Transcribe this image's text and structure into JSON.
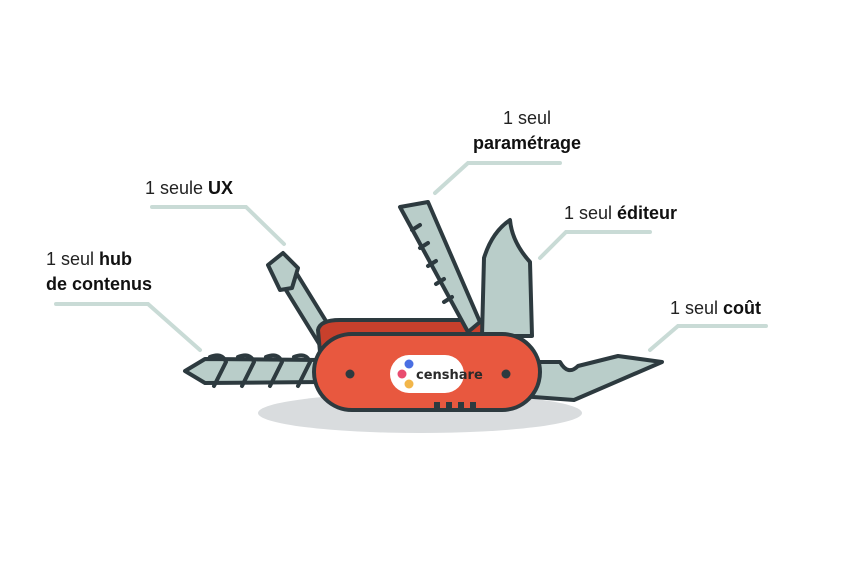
{
  "labels": {
    "hub": {
      "prefix": "1 seul ",
      "bold_line1": "hub",
      "bold_line2": "de contenus"
    },
    "ux": {
      "prefix": "1 seule ",
      "bold": "UX"
    },
    "parametrage": {
      "prefix": "1 seul",
      "bold": "paramétrage"
    },
    "editeur": {
      "prefix": "1 seul ",
      "bold": "éditeur"
    },
    "cout": {
      "prefix": "1 seul ",
      "bold": "coût"
    }
  },
  "logo": {
    "text": "censhare"
  },
  "colors": {
    "leader": "#c9dbd6",
    "blade": "#b9cdc9",
    "outline": "#2d3a3f",
    "handle": "#e8583f",
    "handle_dark": "#c8402c",
    "shadow": "#d9dcde"
  },
  "icons": {
    "tool": "swiss-army-knife-icon",
    "logo": "censhare-logo-icon"
  }
}
